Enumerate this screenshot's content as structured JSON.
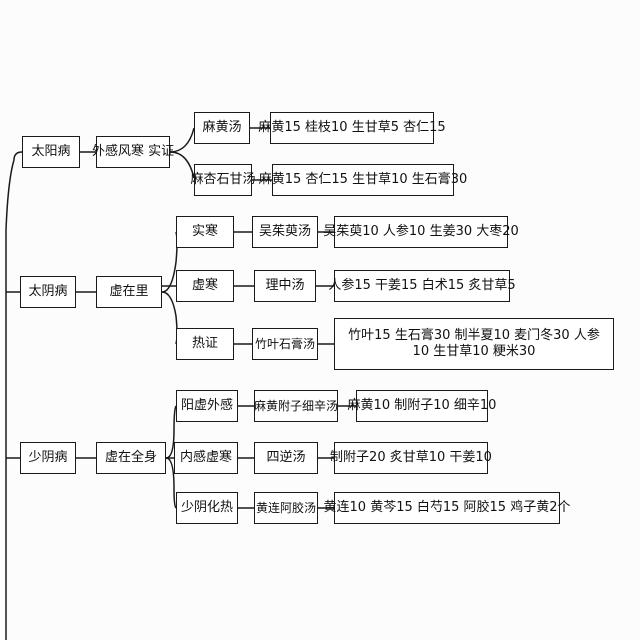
{
  "diagram": {
    "taiyang": {
      "disease": "太阳病",
      "category": "外感风寒 实证",
      "branches": [
        {
          "formula": "麻黄汤",
          "herbs": "麻黄15  桂枝10 生甘草5  杏仁15"
        },
        {
          "formula": "麻杏石甘汤",
          "herbs": "麻黄15  杏仁15  生甘草10  生石膏30"
        }
      ]
    },
    "taiyin": {
      "disease": "太阴病",
      "category": "虚在里",
      "branches": [
        {
          "pattern": "实寒",
          "formula": "吴茱萸汤",
          "herbs": "吴茱萸10 人参10 生姜30  大枣20"
        },
        {
          "pattern": "虚寒",
          "formula": "理中汤",
          "herbs": "人参15  干姜15  白术15  炙甘草5"
        },
        {
          "pattern": "热证",
          "formula": "竹叶石膏汤",
          "herbs": "竹叶15 生石膏30  制半夏10 麦门冬30  人参10  生甘草10  粳米30"
        }
      ]
    },
    "shaoyin": {
      "disease": "少阴病",
      "category": "虚在全身",
      "branches": [
        {
          "pattern": "阳虚外感",
          "formula": "麻黄附子细辛汤",
          "herbs": "麻黄10  制附子10  细辛10"
        },
        {
          "pattern": "内感虚寒",
          "formula": "四逆汤",
          "herbs": "制附子20  炙甘草10  干姜10"
        },
        {
          "pattern": "少阴化热",
          "formula": "黄连阿胶汤",
          "herbs": "黄连10  黄芩15  白芍15  阿胶15  鸡子黄2个"
        }
      ]
    }
  }
}
